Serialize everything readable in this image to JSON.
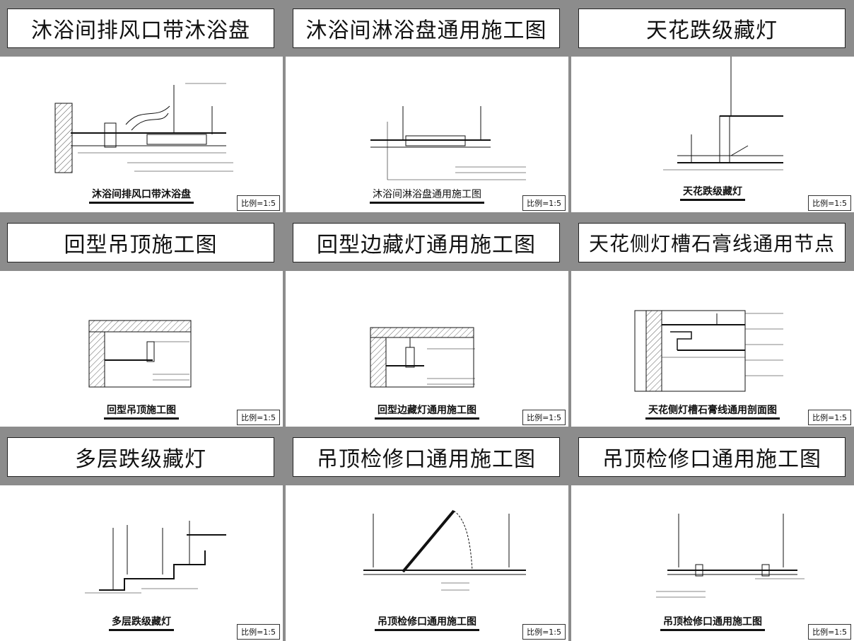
{
  "panels": [
    {
      "title": "沐浴间排风口带沐浴盘",
      "caption": "沐浴间排风口带沐浴盘",
      "scale": "比例=1:5"
    },
    {
      "title": "沐浴间淋浴盘通用施工图",
      "caption": "沐浴间淋浴盘通用施工图",
      "scale": "比例=1:5"
    },
    {
      "title": "天花跌级藏灯",
      "caption": "天花跌级藏灯",
      "scale": "比例=1:5"
    },
    {
      "title": "回型吊顶施工图",
      "caption": "回型吊顶施工图",
      "scale": "比例=1:5"
    },
    {
      "title": "回型边藏灯通用施工图",
      "caption": "回型边藏灯通用施工图",
      "scale": "比例=1:5"
    },
    {
      "title": "天花侧灯槽石膏线通用节点",
      "caption": "天花侧灯槽石膏线通用剖面图",
      "scale": "比例=1:5"
    },
    {
      "title": "多层跌级藏灯",
      "caption": "多层跌级藏灯",
      "scale": "比例=1:5"
    },
    {
      "title": "吊顶检修口通用施工图",
      "caption": "吊顶检修口通用施工图",
      "scale": "比例=1:5"
    },
    {
      "title": "吊顶检修口通用施工图",
      "caption": "吊顶检修口通用施工图",
      "scale": "比例=1:5"
    }
  ]
}
